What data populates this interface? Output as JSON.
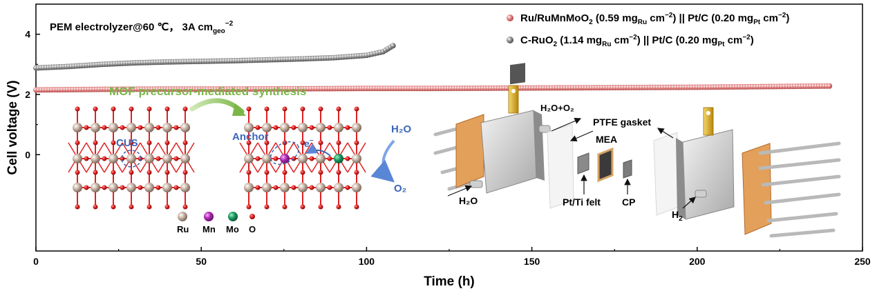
{
  "chart_data": {
    "type": "scatter",
    "xlabel": "Time (h)",
    "ylabel": "Cell voltage (V)",
    "xlim": [
      0,
      250
    ],
    "ylim": [
      -3.2,
      5
    ],
    "xticks": [
      0,
      50,
      100,
      150,
      200,
      250
    ],
    "yticks": [
      0,
      2,
      4
    ],
    "grid": false,
    "legend": "top-right",
    "annotation": {
      "prefix": "PEM electrolyzer@60 ℃， 3A cm",
      "sub": "geo",
      "sup": "−2"
    },
    "series": [
      {
        "legend": {
          "main": "Ru/RuMnMoO",
          "main_sub": "2",
          "loading1": "(0.59 mg",
          "loading1_sub": "Ru",
          "unit1": " cm",
          "unit1_sup": "−2",
          "sep": ") || Pt/C (0.20 mg",
          "loading2_sub": "Pt",
          "unit2": " cm",
          "unit2_sup": "−2",
          "end": ")"
        },
        "color": "#d96b6b",
        "x": [
          0,
          20,
          40,
          60,
          80,
          100,
          120,
          140,
          160,
          180,
          200,
          220,
          240
        ],
        "y": [
          2.15,
          2.17,
          2.18,
          2.18,
          2.19,
          2.2,
          2.2,
          2.21,
          2.22,
          2.23,
          2.24,
          2.26,
          2.28
        ]
      },
      {
        "legend": {
          "main": "C-RuO",
          "main_sub": "2",
          "loading1": "(1.14 mg",
          "loading1_sub": "Ru",
          "unit1": " cm",
          "unit1_sup": "−2",
          "sep": ")  || Pt/C (0.20 mg",
          "loading2_sub": "Pt",
          "unit2": " cm",
          "unit2_sup": "−2",
          "end": ")"
        },
        "color": "#808080",
        "x": [
          0,
          10,
          20,
          30,
          40,
          50,
          60,
          70,
          80,
          90,
          100,
          105,
          108
        ],
        "y": [
          2.88,
          2.93,
          3.0,
          3.05,
          3.08,
          3.1,
          3.12,
          3.15,
          3.18,
          3.22,
          3.3,
          3.42,
          3.62
        ]
      }
    ]
  },
  "inset": {
    "title": "MOF precursor-mediated synthesis",
    "title_color": "#7ab648",
    "cus": "CUS",
    "anchor": "Anchor",
    "electron": "e",
    "electron_sup": "−",
    "water": "H₂O",
    "oxygen": "O₂",
    "accent": "#3b66b6",
    "atoms": [
      {
        "label": "Ru",
        "color": "#c7b2a4"
      },
      {
        "label": "Mn",
        "color": "#b02bb5"
      },
      {
        "label": "Mo",
        "color": "#1f9a64"
      },
      {
        "label": "O",
        "color": "#e02020"
      }
    ]
  },
  "device": {
    "h2o_o2": "H₂O+O₂",
    "ptfe": "PTFE gasket",
    "mea": "MEA",
    "pt_ti": "Pt/Ti felt",
    "cp": "CP",
    "h2o": "H₂O",
    "h2": "H",
    "h2_sub": "2"
  }
}
